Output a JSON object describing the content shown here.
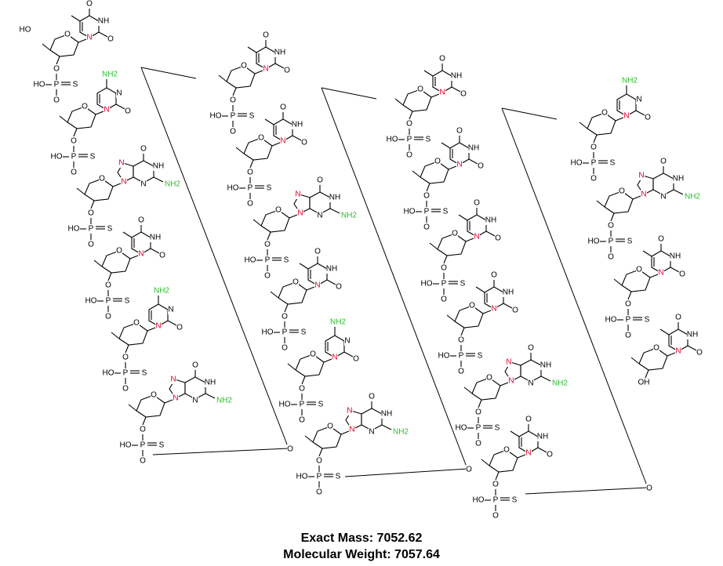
{
  "footer": {
    "exact_mass": "Exact Mass: 7052.62",
    "molecular_weight": "Molecular Weight: 7057.64"
  },
  "labels": {
    "hydroxyl": "HO",
    "hydroxyl_end": "OH",
    "phosphorus": "P",
    "sulfur": "S",
    "oxygen": "O",
    "nitrogen": "N",
    "imide": "NH",
    "amine": "NH2"
  },
  "colors": {
    "nitrogen": "#e0002a",
    "amine": "#2bbf2b",
    "bonds": "#000000"
  },
  "strand": {
    "columns": [
      {
        "bases": [
          "T",
          "C",
          "G",
          "T",
          "C",
          "G"
        ],
        "has_5prime_HO": true
      },
      {
        "bases": [
          "T",
          "T",
          "G",
          "T",
          "C",
          "G"
        ],
        "has_5prime_HO": false
      },
      {
        "bases": [
          "T",
          "T",
          "T",
          "T",
          "G",
          "T"
        ],
        "has_5prime_HO": false
      },
      {
        "bases": [
          "C",
          "G",
          "T",
          "T"
        ],
        "has_3prime_OH": true
      }
    ]
  }
}
